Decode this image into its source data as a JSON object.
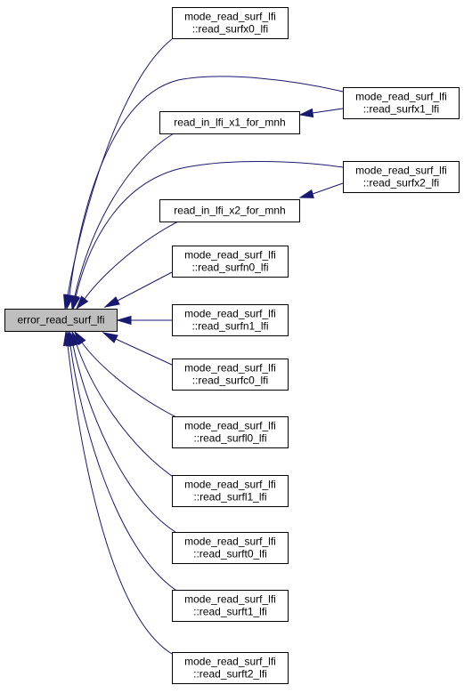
{
  "diagram": {
    "type": "caller-graph",
    "colors": {
      "edge": "#191970",
      "root_fill": "#bfbfbf",
      "node_fill": "#ffffff",
      "node_border": "#000000"
    },
    "root": {
      "id": "root",
      "lines": [
        "error_read_surf_lfi"
      ]
    },
    "nodes": [
      {
        "id": "x0",
        "lines": [
          "mode_read_surf_lfi",
          "::read_surfx0_lfi"
        ]
      },
      {
        "id": "inx1",
        "lines": [
          "read_in_lfi_x1_for_mnh"
        ]
      },
      {
        "id": "x1",
        "lines": [
          "mode_read_surf_lfi",
          "::read_surfx1_lfi"
        ]
      },
      {
        "id": "x2",
        "lines": [
          "mode_read_surf_lfi",
          "::read_surfx2_lfi"
        ]
      },
      {
        "id": "inx2",
        "lines": [
          "read_in_lfi_x2_for_mnh"
        ]
      },
      {
        "id": "n0",
        "lines": [
          "mode_read_surf_lfi",
          "::read_surfn0_lfi"
        ]
      },
      {
        "id": "n1",
        "lines": [
          "mode_read_surf_lfi",
          "::read_surfn1_lfi"
        ]
      },
      {
        "id": "c0",
        "lines": [
          "mode_read_surf_lfi",
          "::read_surfc0_lfi"
        ]
      },
      {
        "id": "l0",
        "lines": [
          "mode_read_surf_lfi",
          "::read_surfl0_lfi"
        ]
      },
      {
        "id": "l1",
        "lines": [
          "mode_read_surf_lfi",
          "::read_surfl1_lfi"
        ]
      },
      {
        "id": "t0",
        "lines": [
          "mode_read_surf_lfi",
          "::read_surft0_lfi"
        ]
      },
      {
        "id": "t1",
        "lines": [
          "mode_read_surf_lfi",
          "::read_surft1_lfi"
        ]
      },
      {
        "id": "t2",
        "lines": [
          "mode_read_surf_lfi",
          "::read_surft2_lfi"
        ]
      }
    ],
    "edges": [
      {
        "from": "x0",
        "to": "root"
      },
      {
        "from": "x1",
        "to": "root"
      },
      {
        "from": "x1",
        "to": "inx1"
      },
      {
        "from": "inx1",
        "to": "root"
      },
      {
        "from": "x2",
        "to": "root"
      },
      {
        "from": "x2",
        "to": "inx2"
      },
      {
        "from": "inx2",
        "to": "root"
      },
      {
        "from": "n0",
        "to": "root"
      },
      {
        "from": "n1",
        "to": "root"
      },
      {
        "from": "c0",
        "to": "root"
      },
      {
        "from": "l0",
        "to": "root"
      },
      {
        "from": "l1",
        "to": "root"
      },
      {
        "from": "t0",
        "to": "root"
      },
      {
        "from": "t1",
        "to": "root"
      },
      {
        "from": "t2",
        "to": "root"
      }
    ]
  }
}
